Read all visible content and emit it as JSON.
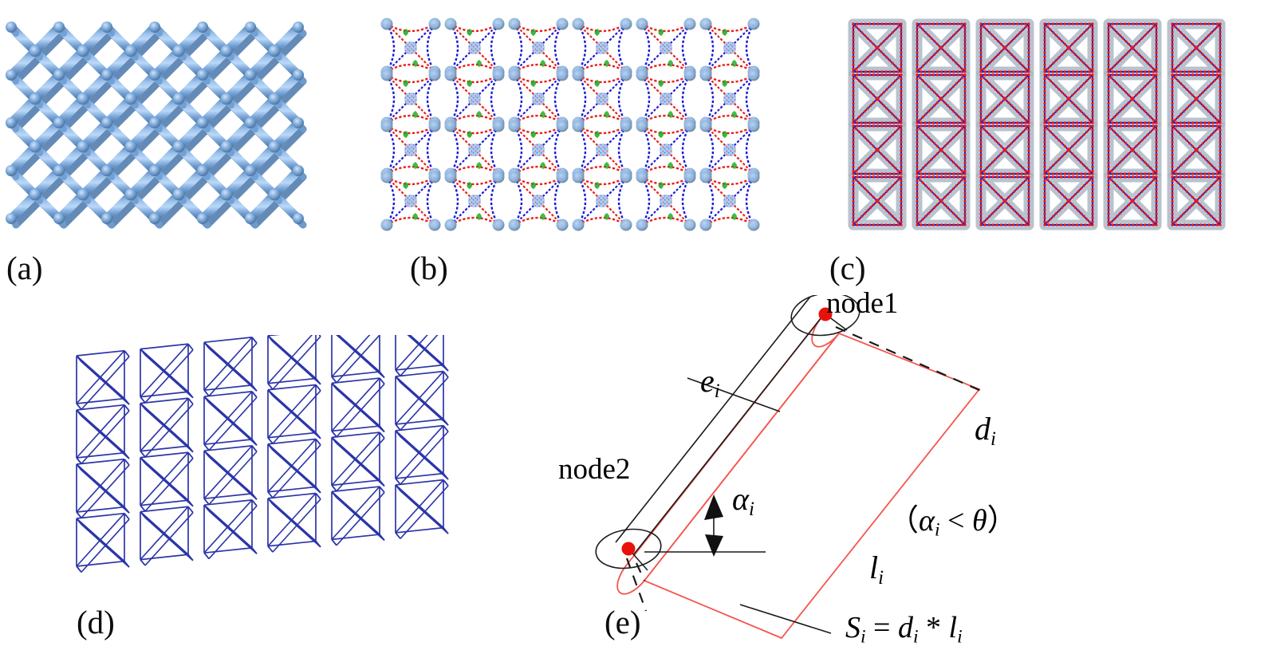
{
  "figure": {
    "type": "multi-panel scientific figure",
    "description": "Octet-truss lattice structure processing stages and strut geometry definition",
    "background_color": "#ffffff"
  },
  "panels": [
    {
      "id": "a",
      "label": "(a)",
      "caption_text": "(a)",
      "content": "solid shaded octet-truss lattice model",
      "render_style": "smooth-shaded-solid",
      "colors": {
        "strut_light": "#8cb6e4",
        "strut_mid": "#6e9ed3",
        "strut_dark": "#4f7bab",
        "highlight": "#bfd8f2"
      },
      "lattice": {
        "columns": 6,
        "rows": 4,
        "unit_cell": "octet-truss"
      }
    },
    {
      "id": "b",
      "label": "(b)",
      "caption_text": "(b)",
      "content": "triangulated surface mesh with colored feature edges",
      "render_style": "wireframe-mesh-points",
      "colors": {
        "edge_red": "#e8201a",
        "edge_blue": "#1b1bd8",
        "edge_green": "#18a818",
        "surface_fill": "#a9c9ee",
        "node_shadow": "#5f7f9c"
      },
      "lattice": {
        "columns": 6,
        "rows": 4,
        "unit_cell": "octet-truss"
      }
    },
    {
      "id": "c",
      "label": "(c)",
      "caption_text": "(c)",
      "content": "translucent lattice overlaid with extracted blue skeleton axes and red sampled points",
      "render_style": "translucent-solid-with-skeleton",
      "colors": {
        "solid_grey": "#a9b6c4",
        "skeleton_blue": "#1414e0",
        "sample_red": "#ea1b12"
      },
      "lattice": {
        "columns": 6,
        "rows": 4,
        "unit_cell": "octet-truss"
      }
    },
    {
      "id": "d",
      "label": "(d)",
      "caption_text": "(d)",
      "content": "pure blue wireframe skeleton graph of the lattice",
      "render_style": "line-wireframe",
      "colors": {
        "line_blue": "#2b35a8"
      },
      "lattice": {
        "columns": 6,
        "rows": 4,
        "unit_cell": "octet-truss"
      }
    },
    {
      "id": "e",
      "label": "(e)",
      "caption_text": "(e)",
      "content": "geometric definition of a single strut: end nodes, axis, inclination angle and projected area",
      "render_style": "line-diagram",
      "colors": {
        "outline_black": "#1a1a1a",
        "projection_red": "#f4564e",
        "node_dot_red": "#e8120b"
      }
    }
  ],
  "diagram_e": {
    "labels": {
      "node1": "node1",
      "node2": "node2",
      "edge_symbol": "e",
      "edge_subscript": "i",
      "angle_symbol": "α",
      "angle_subscript": "i",
      "diameter_symbol": "d",
      "diameter_subscript": "i",
      "length_symbol": "l",
      "length_subscript": "i",
      "area_symbol": "S",
      "area_subscript": "i"
    },
    "condition": {
      "open_paren": "（",
      "alpha": "α",
      "alpha_sub": "i",
      "relation": "<",
      "theta": "θ",
      "close_paren": "）",
      "full_text": "（αi < θ）"
    },
    "formula": {
      "lhs": "S",
      "lhs_sub": "i",
      "equals": "=",
      "term1": "d",
      "term1_sub": "i",
      "operator": "*",
      "term2": "l",
      "term2_sub": "i",
      "full_text": "Si = di * li"
    },
    "elements": {
      "node1_marker": "red-dot",
      "node2_marker": "red-dot",
      "node1_ellipse": "black-ellipse",
      "node2_ellipse": "black-ellipse",
      "axis_reference_line": "horizontal-black-line",
      "angle_indicator": "double-headed-arrow",
      "projection_rectangle": "red-parallelogram",
      "leader_lines": "thin-black",
      "dashed_connectors": "black-dashed"
    }
  }
}
